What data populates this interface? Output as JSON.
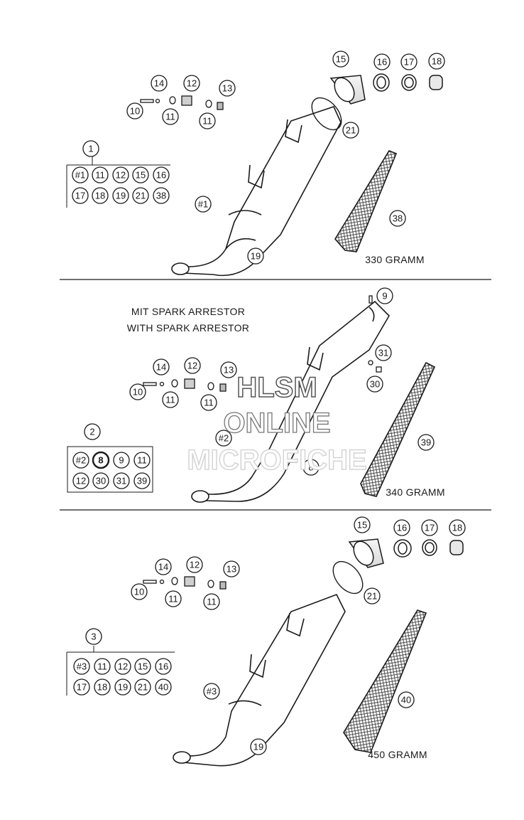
{
  "sections": [
    {
      "set_callout": "1",
      "kit_items": [
        "#1",
        "11",
        "12",
        "15",
        "16",
        "17",
        "18",
        "19",
        "21",
        "38"
      ],
      "weight_label": "330 GRAMM",
      "muffler_label": "#1",
      "callouts": [
        "10",
        "11",
        "11",
        "12",
        "13",
        "14",
        "15",
        "16",
        "17",
        "18",
        "19",
        "21",
        "38"
      ]
    },
    {
      "heading_de": "MIT SPARK ARRESTOR",
      "heading_en": "WITH SPARK ARRESTOR",
      "set_callout": "2",
      "kit_items": [
        "#2",
        "8",
        "9",
        "11",
        "12",
        "30",
        "31",
        "39"
      ],
      "weight_label": "340 GRAMM",
      "muffler_label": "#2",
      "callouts": [
        "8",
        "9",
        "10",
        "11",
        "11",
        "12",
        "13",
        "14",
        "30",
        "31",
        "39"
      ]
    },
    {
      "set_callout": "3",
      "kit_items": [
        "#3",
        "11",
        "12",
        "15",
        "16",
        "17",
        "18",
        "19",
        "21",
        "40"
      ],
      "weight_label": "450 GRAMM",
      "muffler_label": "#3",
      "callouts": [
        "10",
        "11",
        "11",
        "12",
        "13",
        "14",
        "15",
        "16",
        "17",
        "18",
        "19",
        "21",
        "40"
      ]
    }
  ],
  "watermark": {
    "line1": "HLSM",
    "line2": "ONLINE",
    "line3": "MICROFICHE"
  },
  "colors": {
    "ink": "#1a1a1a",
    "watermark": "#6b6b6b",
    "watermark_light": "#c8c8c8"
  }
}
